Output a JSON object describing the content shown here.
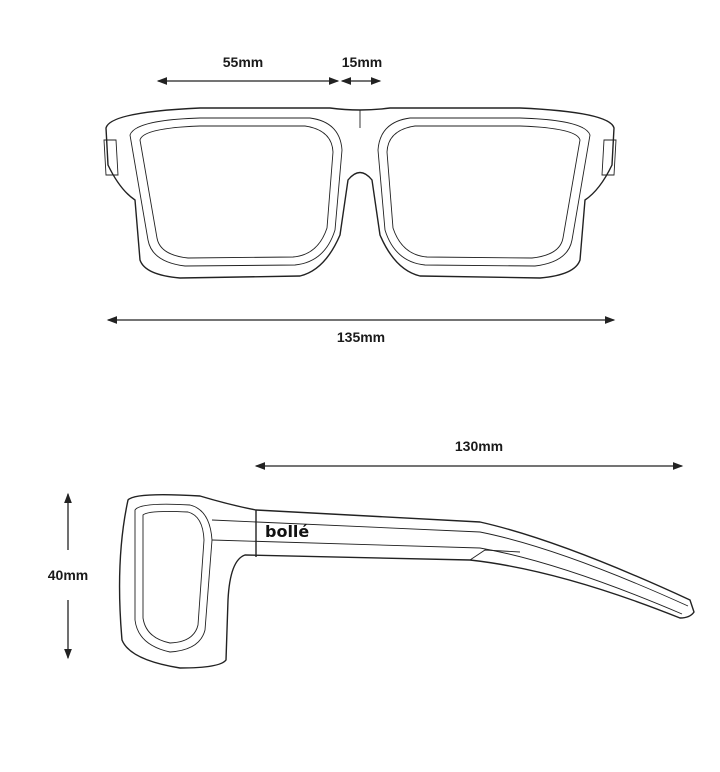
{
  "front_view": {
    "lens_width": "55mm",
    "bridge_width": "15mm",
    "total_width": "135mm"
  },
  "side_view": {
    "temple_length": "130mm",
    "lens_height": "40mm",
    "brand_logo": "bollé"
  }
}
